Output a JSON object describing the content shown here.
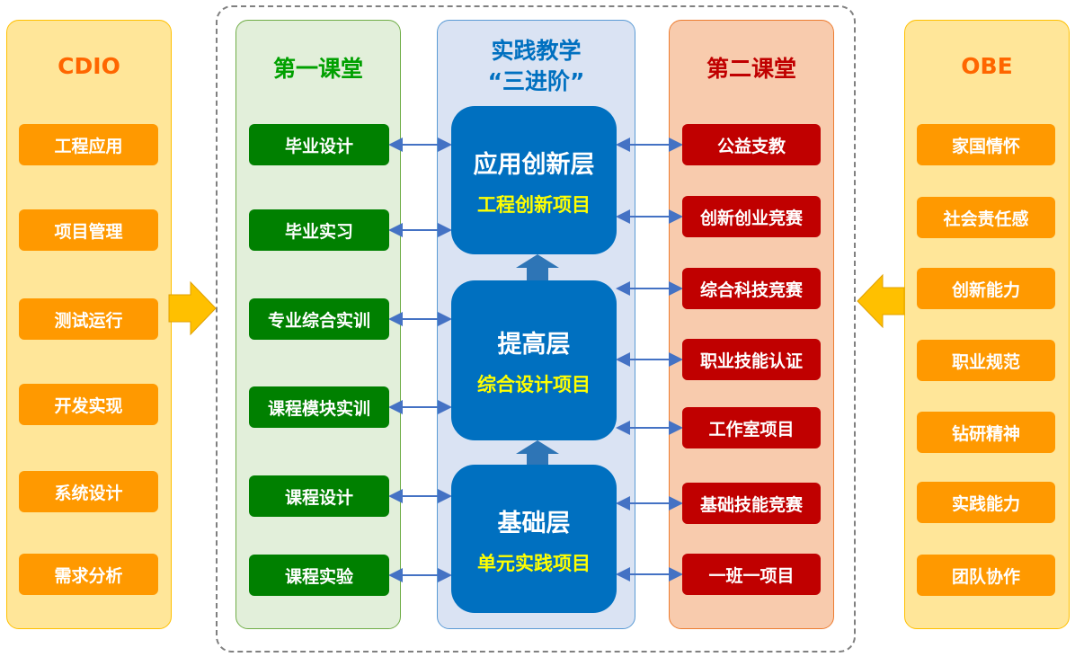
{
  "cdio": {
    "title": "CDIO",
    "items": [
      "工程应用",
      "项目管理",
      "测试运行",
      "开发实现",
      "系统设计",
      "需求分析"
    ]
  },
  "first": {
    "title": "第一课堂",
    "items": [
      "毕业设计",
      "毕业实习",
      "专业综合实训",
      "课程模块实训",
      "课程设计",
      "课程实验"
    ]
  },
  "center": {
    "title1": "实践教学",
    "title2": "“三进阶”",
    "layers": [
      {
        "name": "应用创新层",
        "sub": "工程创新项目"
      },
      {
        "name": "提高层",
        "sub": "综合设计项目"
      },
      {
        "name": "基础层",
        "sub": "单元实践项目"
      }
    ]
  },
  "second": {
    "title": "第二课堂",
    "items": [
      "公益支教",
      "创新创业竞赛",
      "综合科技竞赛",
      "职业技能认证",
      "工作室项目",
      "基础技能竞赛",
      "一班一项目"
    ]
  },
  "obe": {
    "title": "OBE",
    "items": [
      "家国情怀",
      "社会责任感",
      "创新能力",
      "职业规范",
      "钻研精神",
      "实践能力",
      "团队协作"
    ]
  },
  "colors": {
    "orange": "#FF9900",
    "green": "#008000",
    "red": "#C00000",
    "blue": "#0070C0",
    "arrow": "#4472C4"
  }
}
